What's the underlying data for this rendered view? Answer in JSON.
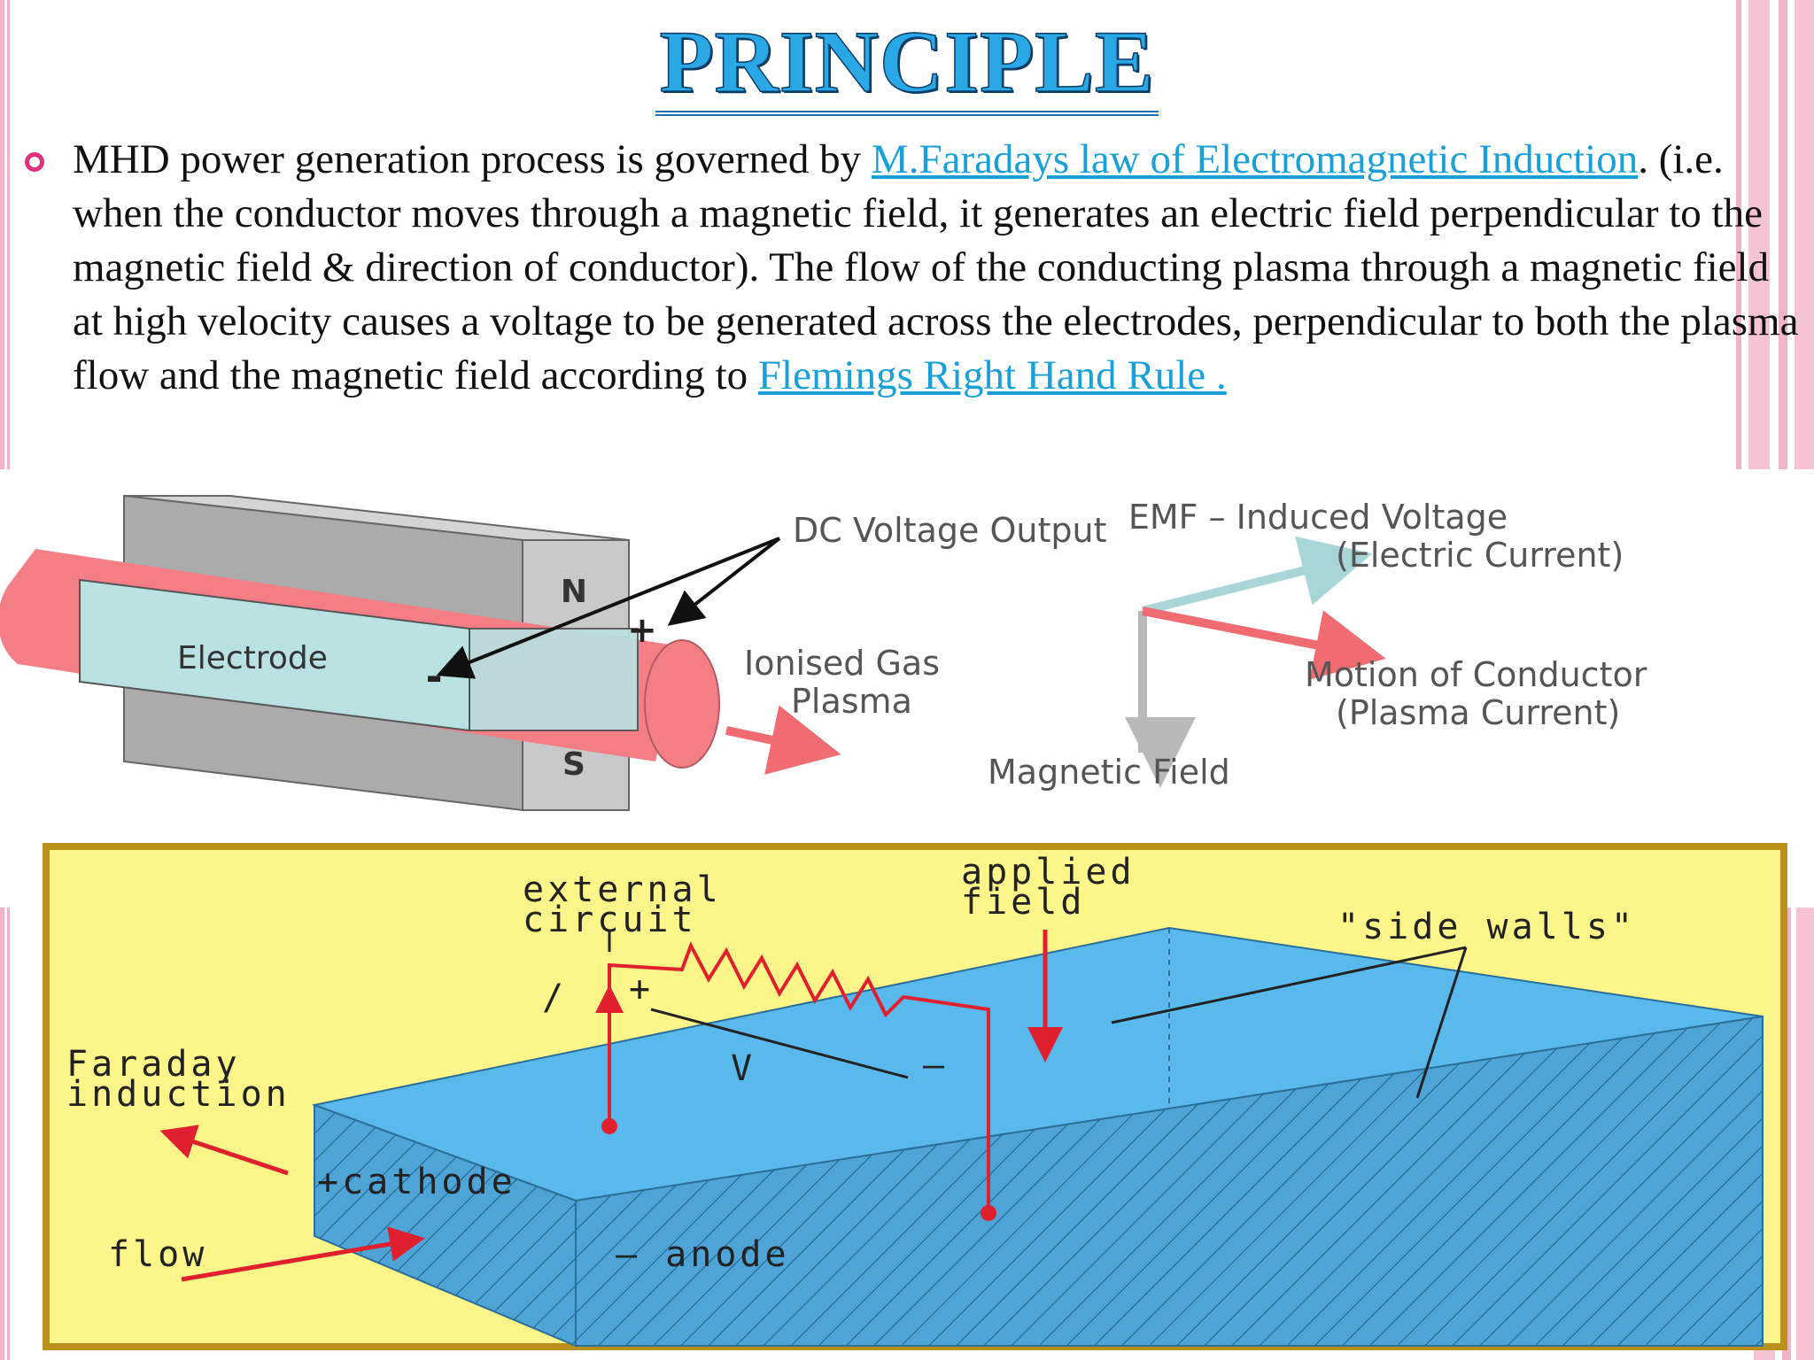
{
  "title": "PRINCIPLE",
  "paragraph": {
    "text_1": " MHD power generation process is governed by ",
    "link_1": "M.Faradays law of Electromagnetic Induction",
    "text_2": ". (i.e. when the conductor moves through a magnetic field, it generates an electric field perpendicular to the magnetic field & direction of conductor). The flow of the conducting plasma through a magnetic field at high velocity causes a voltage to be generated across the electrodes, perpendicular to both the plasma flow and the magnetic field according to ",
    "link_2": "Flemings Right Hand Rule ."
  },
  "diagram_1": {
    "magnet_north": "N",
    "magnet_south": "S",
    "electrode": "Electrode",
    "plus": "+",
    "minus": "-",
    "dc_output": "DC Voltage Output",
    "gas_line1": "Ionised Gas",
    "gas_line2": "Plasma",
    "emf_line1": "EMF – Induced Voltage",
    "emf_line2": "(Electric Current)",
    "motion_line1": "Motion of Conductor",
    "motion_line2": "(Plasma Current)",
    "magnetic_field": "Magnetic Field"
  },
  "diagram_2": {
    "external_line1": "external",
    "external_line2": "circuit",
    "applied_line1": "applied",
    "applied_line2": "field",
    "side_walls": "\"side walls\"",
    "current": "/",
    "plus": "+",
    "voltage": "V",
    "minus": "–",
    "faraday_line1": "Faraday",
    "faraday_line2": "induction",
    "cathode": "+cathode",
    "flow": "flow",
    "anode": "– anode"
  }
}
